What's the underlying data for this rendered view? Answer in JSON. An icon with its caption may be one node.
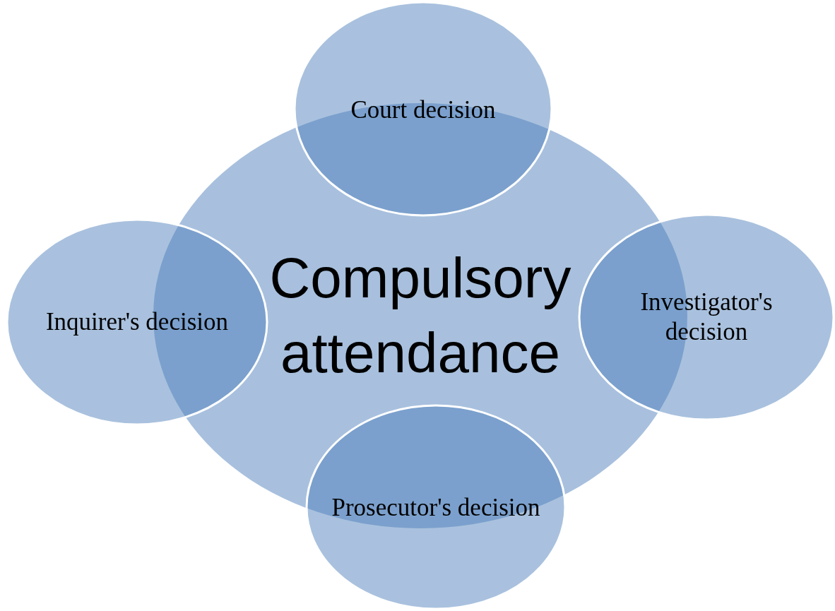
{
  "diagram": {
    "nodes": [
      {
        "text": [
          "Compulsory attendance"
        ]
      },
      {
        "text": [
          "Court decision"
        ]
      },
      {
        "text": [
          "Investigator's decision"
        ]
      },
      {
        "text": [
          "Prosecutor's decision"
        ]
      },
      {
        "text": [
          "Inquirer's decision"
        ]
      }
    ]
  }
}
